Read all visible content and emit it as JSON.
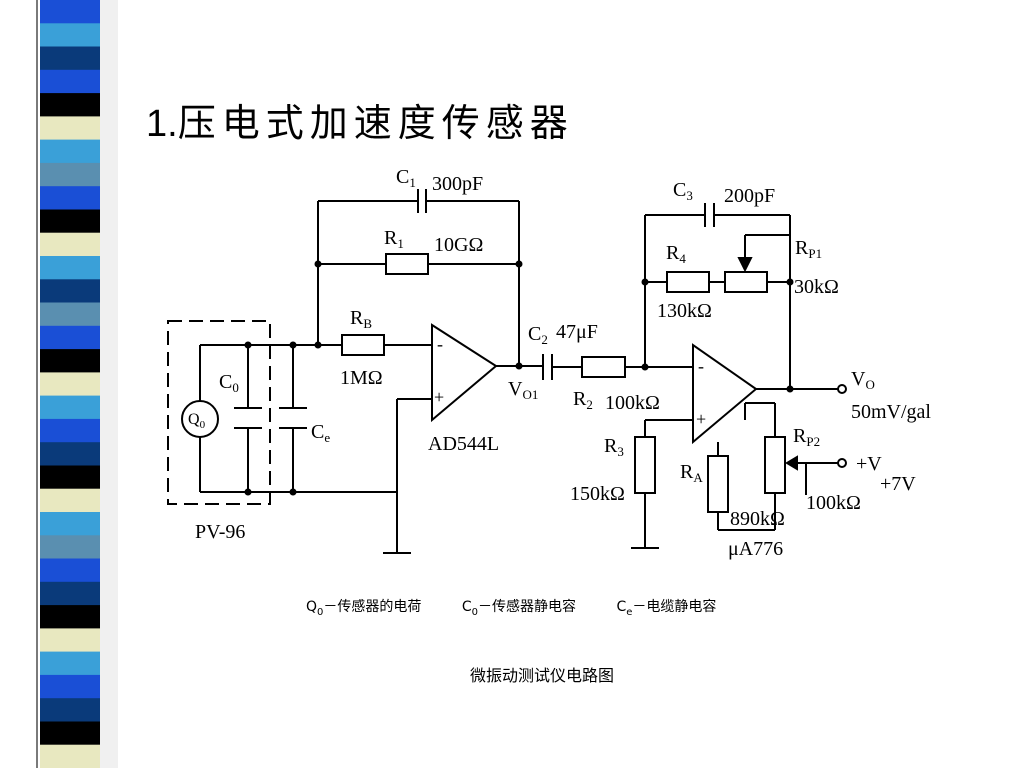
{
  "slide": {
    "title_number": "1.",
    "title_text": "压电式加速度传感器",
    "legend": {
      "q0_sym": "Q",
      "q0_sub": "0",
      "q0_desc": "－传感器的电荷",
      "c0_sym": "C",
      "c0_sub": "0",
      "c0_desc": "－传感器静电容",
      "ce_sym": "C",
      "ce_sub": "e",
      "ce_desc": "－电缆静电容"
    },
    "caption": "微振动测试仪电路图"
  },
  "circuit": {
    "c1": "C",
    "c1_sub": "1",
    "c1_val": "300pF",
    "r1": "R",
    "r1_sub": "1",
    "r1_val": "10GΩ",
    "rb": "R",
    "rb_sub": "B",
    "rb_val": "1MΩ",
    "c0": "C",
    "c0_sub": "0",
    "ce": "C",
    "ce_sub": "e",
    "q0": "Q",
    "q0_sub": "0",
    "pv": "PV-96",
    "opamp1": "AD544L",
    "vo1": "V",
    "vo1_sub": "O1",
    "c2": "C",
    "c2_sub": "2",
    "c2_val": "47μF",
    "r2": "R",
    "r2_sub": "2",
    "r2_val": "100kΩ",
    "c3": "C",
    "c3_sub": "3",
    "c3_val": "200pF",
    "r4": "R",
    "r4_sub": "4",
    "r4_val": "130kΩ",
    "rp1": "R",
    "rp1_sub": "P1",
    "rp1_val": "30kΩ",
    "vo": "V",
    "vo_sub": "O",
    "vo_val": "50mV/gal",
    "r3": "R",
    "r3_sub": "3",
    "r3_val": "150kΩ",
    "ra": "R",
    "ra_sub": "A",
    "ra_val": "890kΩ",
    "rp2": "R",
    "rp2_sub": "P2",
    "rp2_val": "100kΩ",
    "vplus": "+V",
    "vplus_val": "+7V",
    "opamp2": "μA776"
  },
  "colors": {
    "stripe_palette": [
      "#000000",
      "#1a4fd6",
      "#3aa0d8",
      "#e8e8c0",
      "#0a3a7a",
      "#5a8fb0",
      "#ffffff"
    ]
  }
}
